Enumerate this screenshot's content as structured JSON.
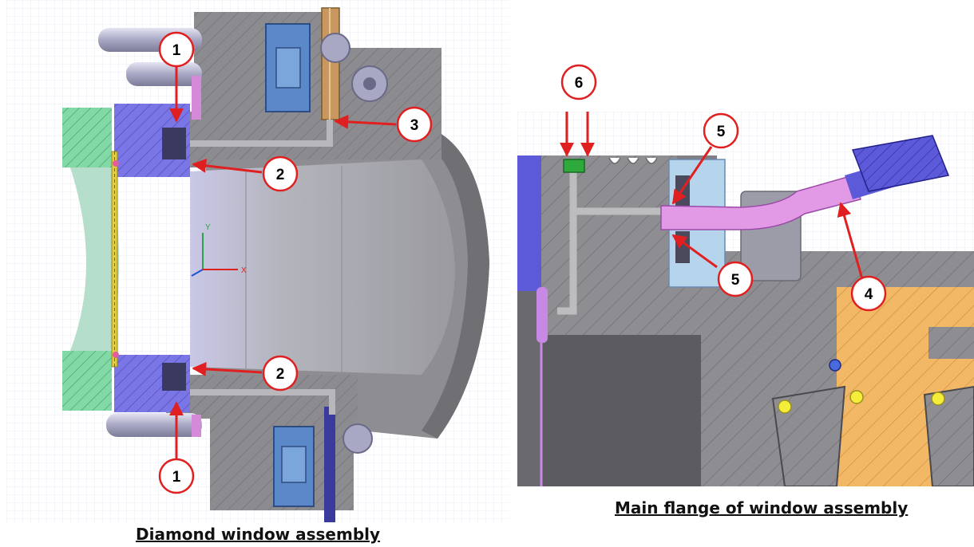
{
  "captions": {
    "left": "Diamond window assembly",
    "right": "Main flange of window assembly"
  },
  "callouts": {
    "left_top_1": "1",
    "left_2_upper": "2",
    "left_3": "3",
    "left_2_lower": "2",
    "left_bottom_1": "1",
    "right_6": "6",
    "right_5_upper": "5",
    "right_5_lower": "5",
    "right_4": "4"
  },
  "axis_triad": {
    "y": "Y",
    "x": "X"
  },
  "colors": {
    "callout_stroke": "#e02020",
    "arrow": "#e02020",
    "steel_gray": "#9a9a9e",
    "flange_blue": "#7a76e6",
    "clamp_green": "#82d9a6",
    "diamond_gold": "#d8c23a",
    "pipe_pink": "#e29ae6",
    "block_orange": "#f2b866"
  }
}
